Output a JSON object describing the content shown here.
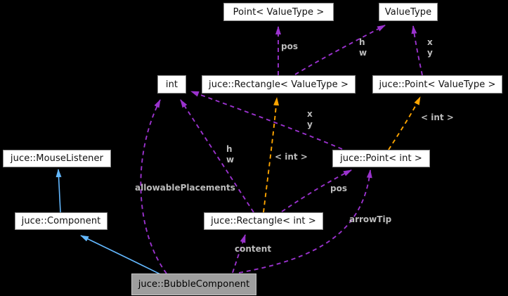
{
  "diagram": {
    "type": "collaboration-graph",
    "focus_node": "juce::BubbleComponent",
    "colors": {
      "background": "#000000",
      "node_fill": "#ffffff",
      "node_border": "#8c8c8c",
      "focus_node_fill": "#9e9e9e",
      "usage_edge": "#9a32cd",
      "template_edge": "#ffa500",
      "inheritance_edge": "#63b8ff",
      "edge_label_text": "#bcbcbc"
    },
    "nodes": [
      {
        "id": "point-valuetype",
        "label": "Point< ValueType >"
      },
      {
        "id": "valuetype",
        "label": "ValueType"
      },
      {
        "id": "int",
        "label": "int"
      },
      {
        "id": "juce-rectangle-valuetype",
        "label": "juce::Rectangle< ValueType >"
      },
      {
        "id": "juce-point-valuetype",
        "label": "juce::Point< ValueType >"
      },
      {
        "id": "juce-mouselistener",
        "label": "juce::MouseListener"
      },
      {
        "id": "juce-point-int",
        "label": "juce::Point< int >"
      },
      {
        "id": "juce-component",
        "label": "juce::Component"
      },
      {
        "id": "juce-rectangle-int",
        "label": "juce::Rectangle< int >"
      },
      {
        "id": "juce-bubblecomponent",
        "label": "juce::BubbleComponent"
      }
    ],
    "edges": [
      {
        "from": "juce::Component",
        "to": "juce::MouseListener",
        "type": "inheritance",
        "label": ""
      },
      {
        "from": "juce::BubbleComponent",
        "to": "juce::Component",
        "type": "inheritance",
        "label": ""
      },
      {
        "from": "juce::Rectangle< ValueType >",
        "to": "Point< ValueType >",
        "type": "usage",
        "label": "pos"
      },
      {
        "from": "juce::Rectangle< ValueType >",
        "to": "ValueType",
        "type": "usage",
        "label": "h\nw"
      },
      {
        "from": "juce::Point< ValueType >",
        "to": "ValueType",
        "type": "usage",
        "label": "x\ny"
      },
      {
        "from": "juce::Point< int >",
        "to": "int",
        "type": "usage",
        "label": "x\ny"
      },
      {
        "from": "juce::Rectangle< int >",
        "to": "int",
        "type": "usage",
        "label": "h\nw"
      },
      {
        "from": "juce::BubbleComponent",
        "to": "int",
        "type": "usage",
        "label": "allowablePlacements"
      },
      {
        "from": "juce::Rectangle< int >",
        "to": "juce::Point< int >",
        "type": "usage",
        "label": "pos"
      },
      {
        "from": "juce::BubbleComponent",
        "to": "juce::Point< int >",
        "type": "usage",
        "label": "arrowTip"
      },
      {
        "from": "juce::BubbleComponent",
        "to": "juce::Rectangle< int >",
        "type": "usage",
        "label": "content"
      },
      {
        "from": "juce::Rectangle< int >",
        "to": "juce::Rectangle< ValueType >",
        "type": "template",
        "label": "< int >"
      },
      {
        "from": "juce::Point< int >",
        "to": "juce::Point< ValueType >",
        "type": "template",
        "label": "< int >"
      }
    ]
  }
}
